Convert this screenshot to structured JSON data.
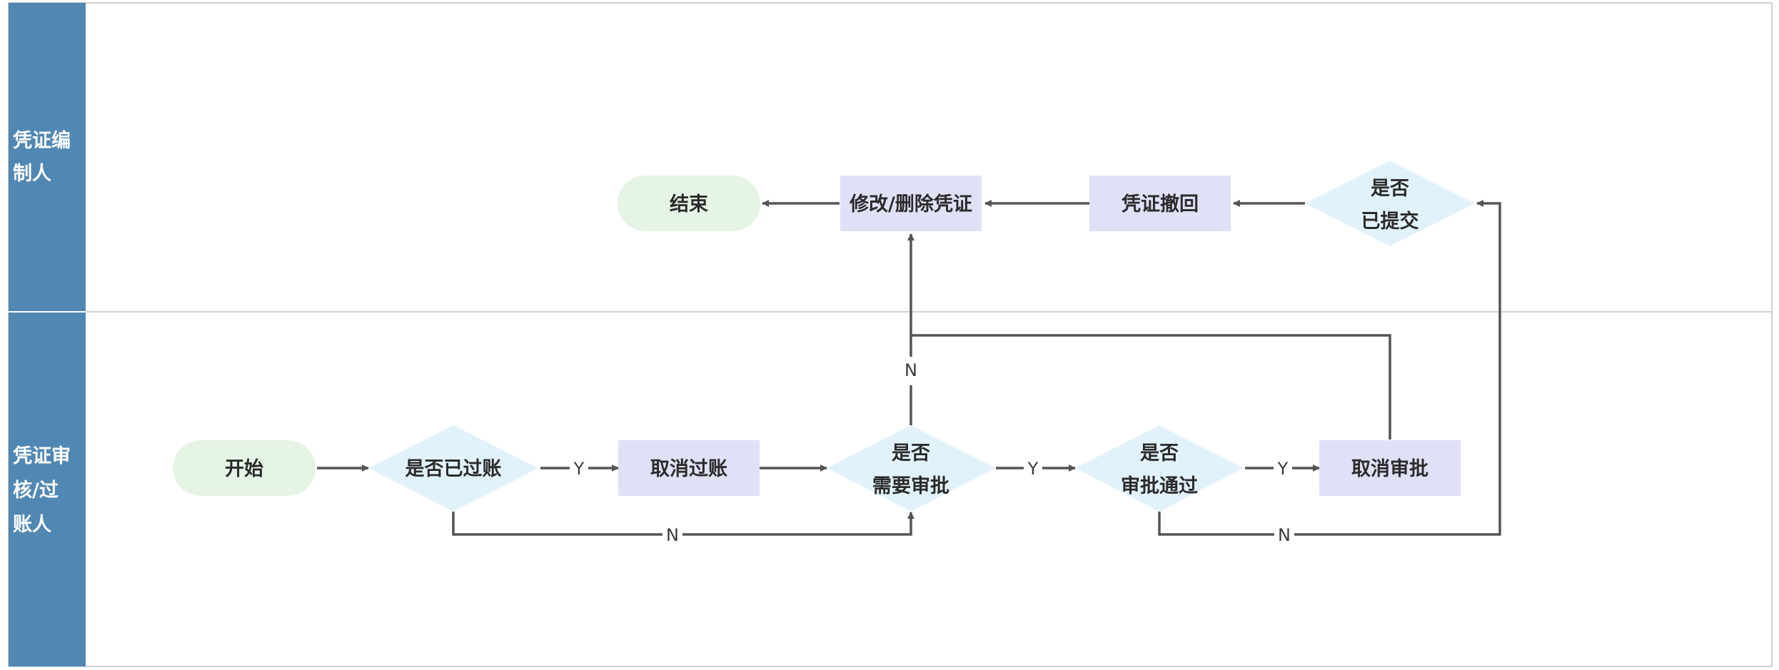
{
  "lanes": [
    {
      "id": "lane-1",
      "label_lines": [
        "凭证编",
        "制人"
      ]
    },
    {
      "id": "lane-2",
      "label_lines": [
        "凭证审",
        "核/过",
        "账人"
      ]
    }
  ],
  "nodes": {
    "start": {
      "kind": "terminal",
      "lines": [
        "开始"
      ]
    },
    "is_posted": {
      "kind": "decision",
      "lines": [
        "是否已过账"
      ]
    },
    "cancel_post": {
      "kind": "process",
      "lines": [
        "取消过账"
      ]
    },
    "need_approve": {
      "kind": "decision",
      "lines": [
        "是否",
        "需要审批"
      ]
    },
    "approved": {
      "kind": "decision",
      "lines": [
        "是否",
        "审批通过"
      ]
    },
    "cancel_appr": {
      "kind": "process",
      "lines": [
        "取消审批"
      ]
    },
    "submitted": {
      "kind": "decision",
      "lines": [
        "是否",
        "已提交"
      ]
    },
    "withdraw": {
      "kind": "process",
      "lines": [
        "凭证撤回"
      ]
    },
    "modify": {
      "kind": "process",
      "lines": [
        "修改/删除凭证"
      ]
    },
    "end": {
      "kind": "terminal",
      "lines": [
        "结束"
      ]
    }
  },
  "edge_labels": {
    "yes": "Y",
    "no": "N"
  },
  "colors": {
    "lane_header": "#5187b3",
    "terminal_fill": "#e6f4e6",
    "process_fill": "#e0e0f7",
    "decision_fill": "#e2f2fa",
    "edge": "#555555",
    "border": "#d0d0d0"
  }
}
